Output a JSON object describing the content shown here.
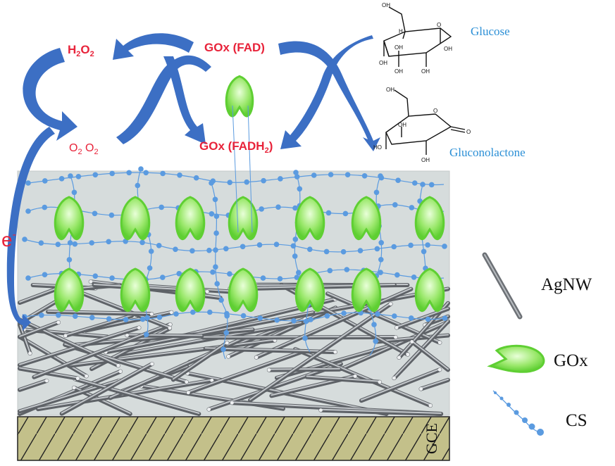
{
  "labels": {
    "h2o2": "H2O2",
    "gox_fad": "GOx (FAD)",
    "o2_o2": "O2 O2",
    "gox_fadh2": "GOx (FADH2)",
    "glucose": "Glucose",
    "gluconolactone": "Gluconolactone",
    "electron": "e-",
    "gce": "GCE"
  },
  "legend": {
    "agnw": "AgNW",
    "gox": "GOx",
    "cs": "CS"
  },
  "chem": {
    "oh": "OH",
    "o": "O",
    "h": "H",
    "ho": "HO"
  },
  "colors": {
    "arrow_blue": "#3c6fc4",
    "label_red": "#e8233a",
    "label_blue": "#2b8fd6",
    "enzyme_green": "#7ee05a",
    "chitosan_blue": "#5b9be0",
    "nanowire_grey": "#9a9ea3",
    "electrode_olive": "#c3c08a",
    "film_bg": "#d6dcdc"
  }
}
